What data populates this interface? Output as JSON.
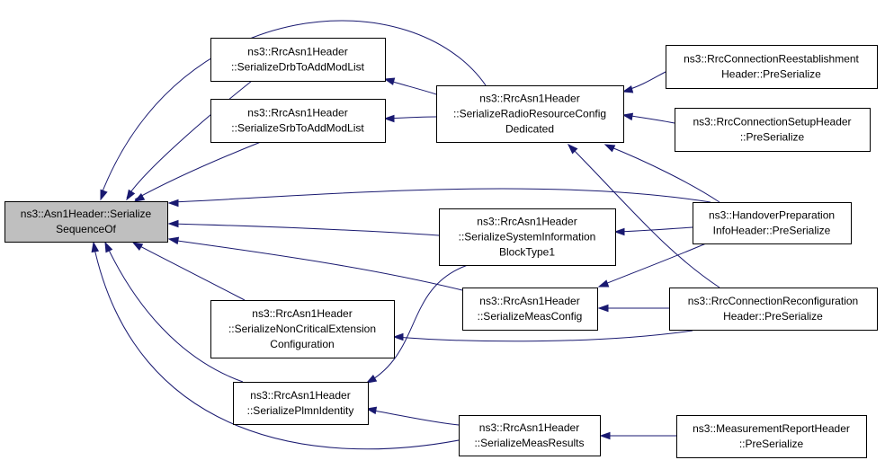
{
  "colors": {
    "edge": "#191970",
    "node_border": "#000000",
    "node_fill": "#ffffff",
    "focus_fill": "#bfbfbf"
  },
  "nodes": [
    {
      "id": "serialize-sequence-of",
      "lines": [
        "ns3::Asn1Header::Serialize",
        "SequenceOf"
      ],
      "focus": true
    },
    {
      "id": "serialize-drb-to-add-mod-list",
      "lines": [
        "ns3::RrcAsn1Header",
        "::SerializeDrbToAddModList"
      ]
    },
    {
      "id": "serialize-srb-to-add-mod-list",
      "lines": [
        "ns3::RrcAsn1Header",
        "::SerializeSrbToAddModList"
      ]
    },
    {
      "id": "serialize-radio-resource-config-dedicated",
      "lines": [
        "ns3::RrcAsn1Header",
        "::SerializeRadioResourceConfig",
        "Dedicated"
      ]
    },
    {
      "id": "rrc-connection-reestablishment-header-preserialize",
      "lines": [
        "ns3::RrcConnectionReestablishment",
        "Header::PreSerialize"
      ]
    },
    {
      "id": "rrc-connection-setup-header-preserialize",
      "lines": [
        "ns3::RrcConnectionSetupHeader",
        "::PreSerialize"
      ]
    },
    {
      "id": "handover-preparation-info-header-preserialize",
      "lines": [
        "ns3::HandoverPreparation",
        "InfoHeader::PreSerialize"
      ]
    },
    {
      "id": "serialize-system-information-block-type1",
      "lines": [
        "ns3::RrcAsn1Header",
        "::SerializeSystemInformation",
        "BlockType1"
      ]
    },
    {
      "id": "serialize-meas-config",
      "lines": [
        "ns3::RrcAsn1Header",
        "::SerializeMeasConfig"
      ]
    },
    {
      "id": "rrc-connection-reconfiguration-header-preserialize",
      "lines": [
        "ns3::RrcConnectionReconfiguration",
        "Header::PreSerialize"
      ]
    },
    {
      "id": "serialize-non-critical-extension-configuration",
      "lines": [
        "ns3::RrcAsn1Header",
        "::SerializeNonCriticalExtension",
        "Configuration"
      ]
    },
    {
      "id": "serialize-plmn-identity",
      "lines": [
        "ns3::RrcAsn1Header",
        "::SerializePlmnIdentity"
      ]
    },
    {
      "id": "serialize-meas-results",
      "lines": [
        "ns3::RrcAsn1Header",
        "::SerializeMeasResults"
      ]
    },
    {
      "id": "measurement-report-header-preserialize",
      "lines": [
        "ns3::MeasurementReportHeader",
        "::PreSerialize"
      ]
    }
  ],
  "edges": [
    {
      "from": "serialize-drb-to-add-mod-list",
      "to": "serialize-sequence-of"
    },
    {
      "from": "serialize-radio-resource-config-dedicated",
      "to": "serialize-sequence-of"
    },
    {
      "from": "serialize-srb-to-add-mod-list",
      "to": "serialize-sequence-of"
    },
    {
      "from": "handover-preparation-info-header-preserialize",
      "to": "serialize-sequence-of"
    },
    {
      "from": "serialize-system-information-block-type1",
      "to": "serialize-sequence-of"
    },
    {
      "from": "serialize-meas-config",
      "to": "serialize-sequence-of"
    },
    {
      "from": "serialize-non-critical-extension-configuration",
      "to": "serialize-sequence-of"
    },
    {
      "from": "serialize-plmn-identity",
      "to": "serialize-sequence-of"
    },
    {
      "from": "serialize-meas-results",
      "to": "serialize-sequence-of"
    },
    {
      "from": "serialize-radio-resource-config-dedicated",
      "to": "serialize-drb-to-add-mod-list"
    },
    {
      "from": "serialize-radio-resource-config-dedicated",
      "to": "serialize-srb-to-add-mod-list"
    },
    {
      "from": "rrc-connection-reestablishment-header-preserialize",
      "to": "serialize-radio-resource-config-dedicated"
    },
    {
      "from": "rrc-connection-setup-header-preserialize",
      "to": "serialize-radio-resource-config-dedicated"
    },
    {
      "from": "handover-preparation-info-header-preserialize",
      "to": "serialize-radio-resource-config-dedicated"
    },
    {
      "from": "rrc-connection-reconfiguration-header-preserialize",
      "to": "serialize-radio-resource-config-dedicated"
    },
    {
      "from": "handover-preparation-info-header-preserialize",
      "to": "serialize-system-information-block-type1"
    },
    {
      "from": "handover-preparation-info-header-preserialize",
      "to": "serialize-meas-config"
    },
    {
      "from": "rrc-connection-reconfiguration-header-preserialize",
      "to": "serialize-meas-config"
    },
    {
      "from": "rrc-connection-reconfiguration-header-preserialize",
      "to": "serialize-non-critical-extension-configuration"
    },
    {
      "from": "serialize-system-information-block-type1",
      "to": "serialize-plmn-identity"
    },
    {
      "from": "serialize-meas-results",
      "to": "serialize-plmn-identity"
    },
    {
      "from": "measurement-report-header-preserialize",
      "to": "serialize-meas-results"
    }
  ]
}
